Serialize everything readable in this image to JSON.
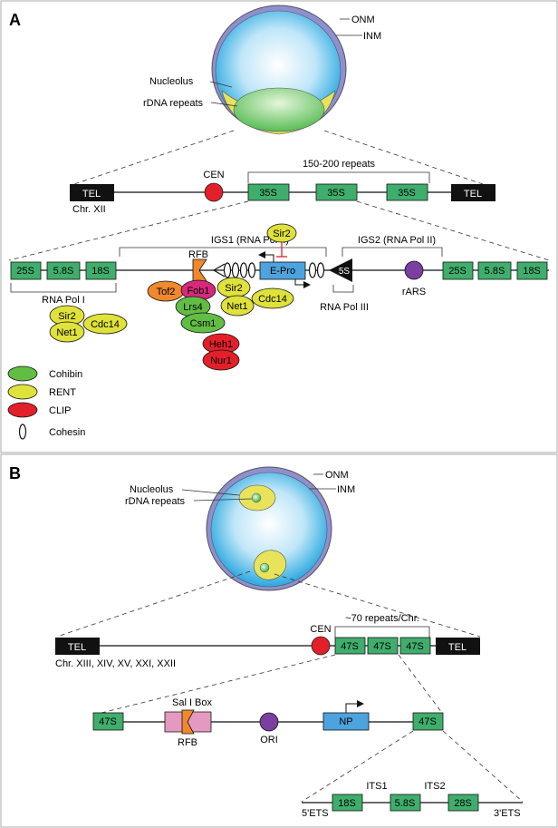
{
  "colors": {
    "green": "#3fae6d",
    "yellow": "#dfe23a",
    "red": "#e3202a",
    "orange": "#f0882c",
    "magenta": "#d8287e",
    "blue": "#4da3dd",
    "black": "#111111",
    "purple": "#7a3fa0",
    "pink": "#e49ac0",
    "cohibin": "#62bd45",
    "panel_border": "#a7a9ac"
  },
  "panelA": {
    "label": "A",
    "cell": {
      "onm": "ONM",
      "inm": "INM",
      "nucleolus": "Nucleolus",
      "rdna": "rDNA repeats"
    },
    "chr": {
      "tel_left": "TEL",
      "tel_right": "TEL",
      "name": "Chr. XII",
      "cen": "CEN",
      "repeats": "150-200 repeats",
      "units": [
        "35S",
        "35S",
        "35S"
      ]
    },
    "detail": {
      "left_genes": [
        "25S",
        "5.8S",
        "18S"
      ],
      "right_genes": [
        "25S",
        "5.8S",
        "18S"
      ],
      "igs1": "IGS1 (RNA Pol II)",
      "igs2": "IGS2 (RNA Pol II)",
      "rfb": "RFB",
      "epro": "E-Pro",
      "five_s": "5S",
      "rnapol1": "RNA Pol I",
      "rnapol3": "RNA Pol III",
      "rars": "rARS",
      "sir2_top": "Sir2",
      "proteins": {
        "tof2": "Tof2",
        "fob1": "Fob1",
        "sir2": "Sir2",
        "net1": "Net1",
        "cdc14": "Cdc14",
        "lrs4": "Lrs4",
        "csm1": "Csm1",
        "heh1": "Heh1",
        "nur1": "Nur1"
      },
      "rent_left": {
        "sir2": "Sir2",
        "net1": "Net1",
        "cdc14": "Cdc14"
      }
    },
    "legend": [
      {
        "label": "Cohibin",
        "color": "#62bd45",
        "kind": "ellipse"
      },
      {
        "label": "RENT",
        "color": "#dfe23a",
        "kind": "ellipse"
      },
      {
        "label": "CLIP",
        "color": "#e3202a",
        "kind": "ellipse"
      },
      {
        "label": "Cohesin",
        "color": "#ffffff",
        "kind": "ring"
      }
    ]
  },
  "panelB": {
    "label": "B",
    "cell": {
      "nucleolus": "Nucleolus",
      "rdna": "rDNA repeats",
      "onm": "ONM",
      "inm": "INM"
    },
    "chr": {
      "tel_left": "TEL",
      "tel_right": "TEL",
      "names": "Chr. XIII, XIV, XV, XXI, XXII",
      "cen": "CEN",
      "repeats": "~70 repeats/Chr.",
      "units": [
        "47S",
        "47S",
        "47S"
      ]
    },
    "detail": {
      "left": "47S",
      "right": "47S",
      "salbox": "Sal I Box",
      "rfb": "RFB",
      "ori": "ORI",
      "np": "NP"
    },
    "sub": {
      "ets5": "5'ETS",
      "its1": "ITS1",
      "its2": "ITS2",
      "ets3": "3'ETS",
      "genes": [
        "18S",
        "5.8S",
        "28S"
      ]
    }
  }
}
